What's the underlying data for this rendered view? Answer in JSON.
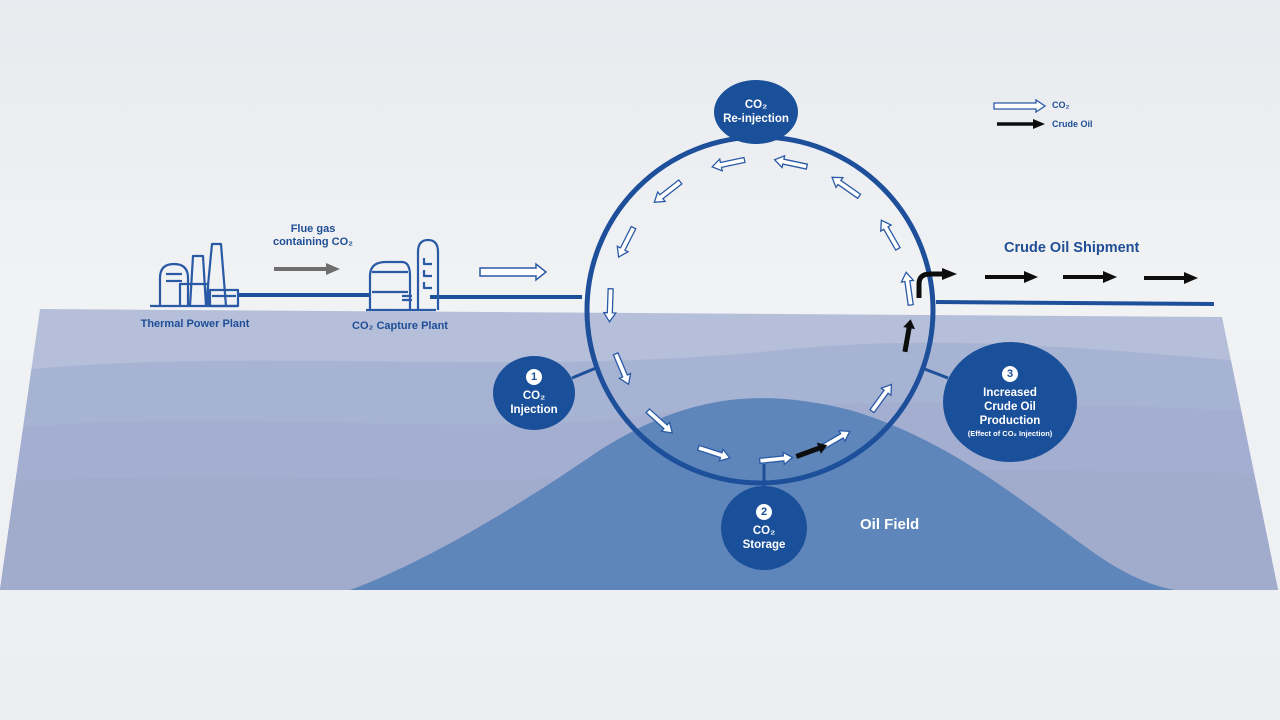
{
  "legend": {
    "co2": "CO₂",
    "crude_oil": "Crude Oil"
  },
  "flue_gas": {
    "line1": "Flue gas",
    "line2": "containing CO₂"
  },
  "plants": {
    "thermal": "Thermal Power Plant",
    "capture": "CO₂ Capture Plant"
  },
  "shipment": "Crude Oil Shipment",
  "oil_field": "Oil Field",
  "bubbles": {
    "reinjection": {
      "line1": "CO₂",
      "line2": "Re-injection"
    },
    "injection": {
      "number": "1",
      "line1": "CO₂",
      "line2": "Injection"
    },
    "storage": {
      "number": "2",
      "line1": "CO₂",
      "line2": "Storage"
    },
    "production": {
      "number": "3",
      "line1": "Increased",
      "line2": "Crude Oil",
      "line3": "Production",
      "line4": "(Effect of CO₂ Injection)"
    }
  },
  "colors": {
    "primary": "#1a4f9a",
    "outline": "#2a5aa6",
    "crude_oil_arrow": "#0d0d0d",
    "flue_gas_arrow": "#6e6e6e",
    "oil_field": "#5e86bb"
  }
}
